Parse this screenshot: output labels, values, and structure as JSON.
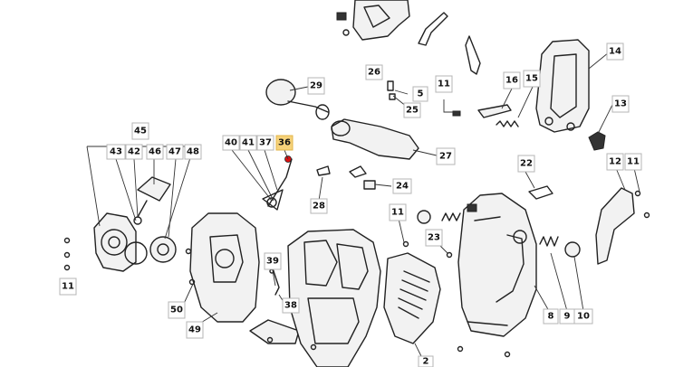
{
  "diagram": {
    "highlight_color": "#f6d27a",
    "callouts": [
      {
        "label": "14"
      },
      {
        "label": "26"
      },
      {
        "label": "5"
      },
      {
        "label": "25"
      },
      {
        "label": "29"
      },
      {
        "label": "11"
      },
      {
        "label": "16"
      },
      {
        "label": "15"
      },
      {
        "label": "13"
      },
      {
        "label": "45"
      },
      {
        "label": "40"
      },
      {
        "label": "41"
      },
      {
        "label": "37"
      },
      {
        "label": "36",
        "highlighted": true
      },
      {
        "label": "27"
      },
      {
        "label": "43"
      },
      {
        "label": "42"
      },
      {
        "label": "46"
      },
      {
        "label": "47"
      },
      {
        "label": "48"
      },
      {
        "label": "22"
      },
      {
        "label": "12"
      },
      {
        "label": "11"
      },
      {
        "label": "24"
      },
      {
        "label": "28"
      },
      {
        "label": "11"
      },
      {
        "label": "23"
      },
      {
        "label": "11"
      },
      {
        "label": "39"
      },
      {
        "label": "50"
      },
      {
        "label": "38"
      },
      {
        "label": "49"
      },
      {
        "label": "8"
      },
      {
        "label": "9"
      },
      {
        "label": "10"
      },
      {
        "label": "2"
      }
    ]
  }
}
